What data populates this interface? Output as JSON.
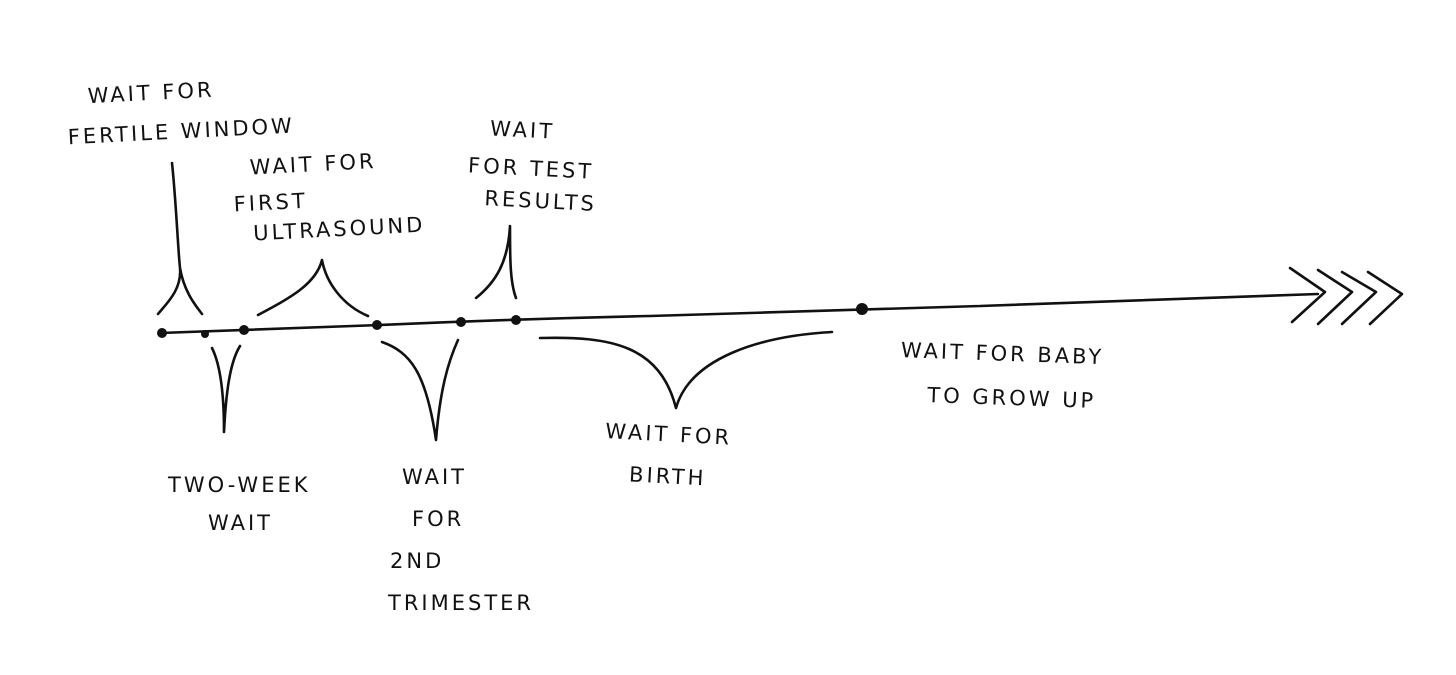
{
  "timeline": {
    "ink_color": "#111111",
    "background": "#ffffff",
    "above": [
      {
        "id": "fertile-window",
        "lines": [
          "WAIT FOR",
          "FERTILE WINDOW"
        ]
      },
      {
        "id": "first-ultrasound",
        "lines": [
          "WAIT FOR",
          "FIRST",
          "ULTRASOUND"
        ]
      },
      {
        "id": "test-results",
        "lines": [
          "WAIT",
          "FOR TEST",
          "RESULTS"
        ]
      }
    ],
    "below": [
      {
        "id": "two-week-wait",
        "lines": [
          "TWO-WEEK",
          "WAIT"
        ]
      },
      {
        "id": "second-trimester",
        "lines": [
          "WAIT",
          "FOR",
          "2ND",
          "TRIMESTER"
        ]
      },
      {
        "id": "birth",
        "lines": [
          "WAIT FOR",
          "BIRTH"
        ]
      },
      {
        "id": "grow-up",
        "lines": [
          "WAIT FOR BABY",
          "TO GROW UP"
        ]
      }
    ]
  }
}
